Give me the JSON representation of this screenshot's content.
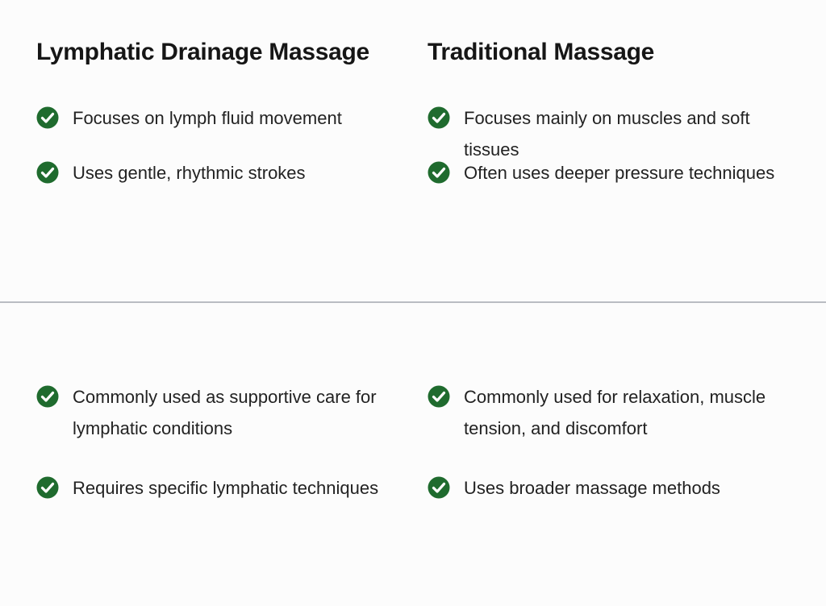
{
  "colors": {
    "check_fill": "#1f6b2e",
    "divider": "#b9bcc2",
    "background": "#fcfcfc"
  },
  "left": {
    "title": "Lymphatic Drainage Massage",
    "items": [
      {
        "icon": "check-circle-icon",
        "text": "Focuses on lymph fluid movement"
      },
      {
        "icon": "check-circle-icon",
        "text": "Uses gentle, rhythmic strokes"
      },
      {
        "icon": "check-circle-icon",
        "text": "Commonly used as supportive care for lymphatic conditions"
      },
      {
        "icon": "check-circle-icon",
        "text": "Requires specific lymphatic techniques"
      }
    ]
  },
  "right": {
    "title": "Traditional Massage",
    "items": [
      {
        "icon": "check-circle-icon",
        "text": "Focuses mainly on muscles and soft tissues"
      },
      {
        "icon": "check-circle-icon",
        "text": "Often uses deeper pressure techniques"
      },
      {
        "icon": "check-circle-icon",
        "text": "Commonly used for relaxation, muscle tension, and discomfort"
      },
      {
        "icon": "check-circle-icon",
        "text": "Uses broader massage methods"
      }
    ]
  }
}
